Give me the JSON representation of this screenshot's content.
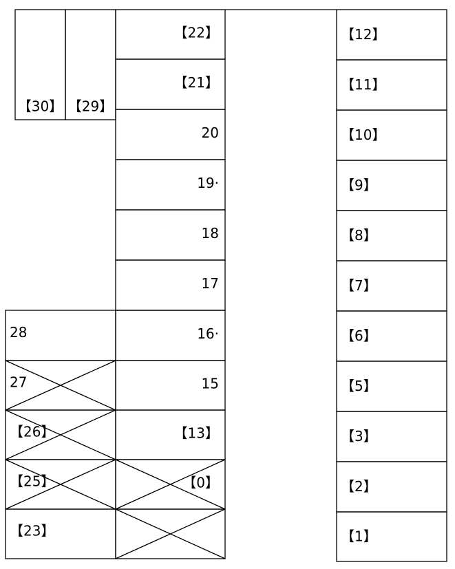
{
  "right_column": [
    {
      "label": "【12】"
    },
    {
      "label": "【11】"
    },
    {
      "label": "【10】"
    },
    {
      "label": "【9】"
    },
    {
      "label": "【8】"
    },
    {
      "label": "【7】"
    },
    {
      "label": "【6】"
    },
    {
      "label": "【5】"
    },
    {
      "label": "【3】"
    },
    {
      "label": "【2】"
    },
    {
      "label": "【1】"
    }
  ],
  "middle_column": [
    {
      "label": "【22】",
      "crossed": false
    },
    {
      "label": "【21】",
      "crossed": false
    },
    {
      "label": "20",
      "crossed": false
    },
    {
      "label": "19·",
      "crossed": false
    },
    {
      "label": "18",
      "crossed": false
    },
    {
      "label": "17",
      "crossed": false
    },
    {
      "label": "16·",
      "crossed": false
    },
    {
      "label": "15",
      "crossed": false
    },
    {
      "label": "【13】",
      "crossed": false
    },
    {
      "label": "【0】",
      "crossed": true
    },
    {
      "label": "",
      "crossed": true
    }
  ],
  "left_column": [
    {
      "label": "28",
      "crossed": false
    },
    {
      "label": "27",
      "crossed": true
    },
    {
      "label": "【26】",
      "crossed": true
    },
    {
      "label": "【25】",
      "crossed": true
    },
    {
      "label": "【23】",
      "crossed": false
    }
  ],
  "top_left": [
    {
      "label": "【30】"
    },
    {
      "label": "【29】"
    }
  ]
}
